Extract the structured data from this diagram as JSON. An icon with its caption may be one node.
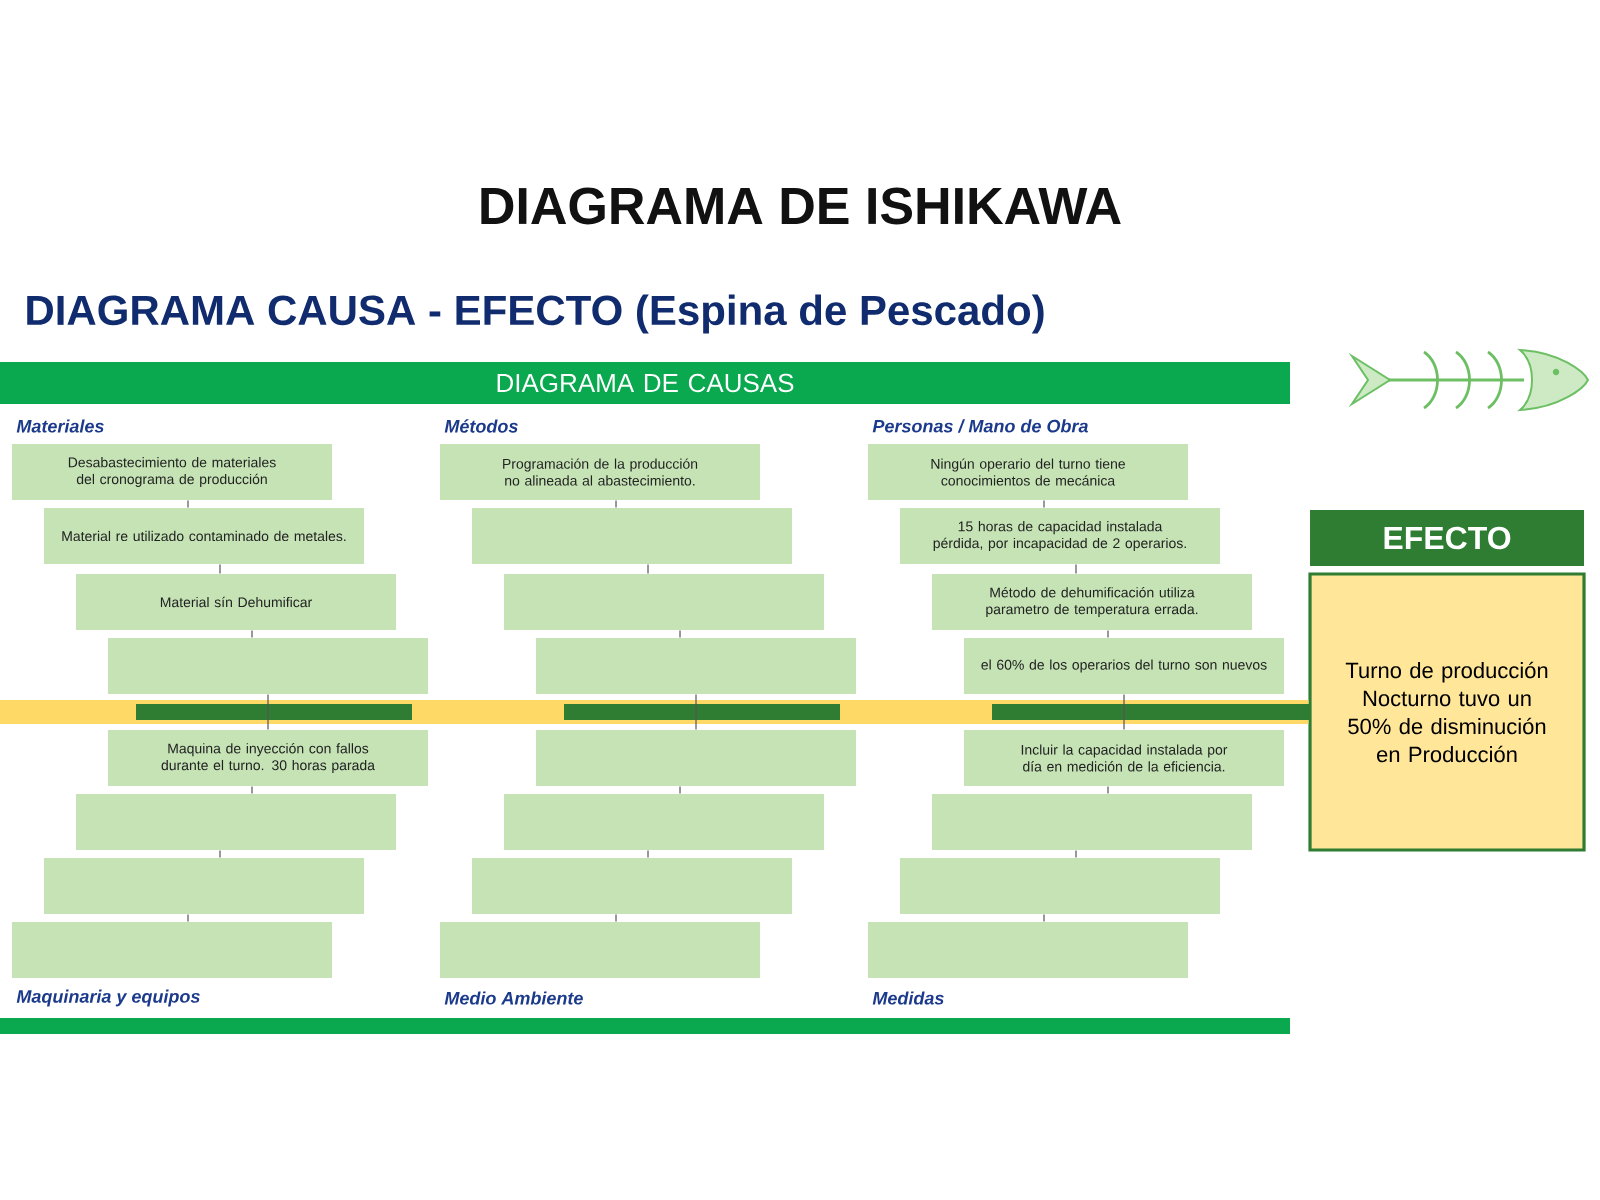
{
  "diagram": {
    "title": "DIAGRAMA DE ISHIKAWA",
    "nodes": [
      {
        "text": [
          "DIAGRAMA DE CAUSAS"
        ]
      },
      {
        "text": [
          "Desabastecimiento de materiales del cronograma de producción"
        ]
      },
      {
        "text": [
          "Material re utilizado contaminado de metales."
        ]
      },
      {
        "text": [
          "Material sín Dehumificar"
        ]
      },
      {
        "text": [],
        "shape": "box"
      },
      {
        "text": [
          "Maquina de inyección con fallos durante el turno. 30 horas parada"
        ]
      },
      {
        "text": [],
        "shape": "box"
      },
      {
        "text": [],
        "shape": "box"
      },
      {
        "text": [],
        "shape": "box"
      },
      {
        "text": [
          "Programación de la producción no alineada al abastecimiento."
        ]
      },
      {
        "text": [],
        "shape": "box"
      },
      {
        "text": [],
        "shape": "box"
      },
      {
        "text": [],
        "shape": "box"
      },
      {
        "text": [],
        "shape": "box"
      },
      {
        "text": [],
        "shape": "box"
      },
      {
        "text": [],
        "shape": "box"
      },
      {
        "text": [],
        "shape": "box"
      },
      {
        "text": [
          "Ningún operario del turno tiene conocimientos de mecánica"
        ]
      },
      {
        "text": [
          "15 horas de capacidad instalada pérdida, por incapacidad de 2 operarios."
        ]
      },
      {
        "text": [
          "Método de dehumificación utiliza parametro de temperatura errada."
        ]
      },
      {
        "text": [
          "el 60% de los operarios del turno son nuevos"
        ]
      },
      {
        "text": [
          "Incluir la capacidad instalada por día en medición de la eficiencia."
        ]
      },
      {
        "text": [],
        "shape": "box"
      },
      {
        "text": [],
        "shape": "box"
      },
      {
        "text": [],
        "shape": "box"
      },
      {
        "text": [
          "EFECTO"
        ]
      },
      {
        "text": [
          "Turno de producción Nocturno tuvo un 50% de disminución en Producción"
        ]
      }
    ],
    "edges": [
      {
        "from": 1,
        "to": 2,
        "arrow": "none"
      },
      {
        "from": 2,
        "to": 3,
        "arrow": "none"
      },
      {
        "from": 3,
        "to": 4,
        "arrow": "none"
      },
      {
        "from": 4,
        "to": 5,
        "arrow": "none"
      },
      {
        "from": 5,
        "to": 6,
        "arrow": "none"
      },
      {
        "from": 6,
        "to": 7,
        "arrow": "none"
      },
      {
        "from": 7,
        "to": 8,
        "arrow": "none"
      },
      {
        "from": 9,
        "to": 10,
        "arrow": "none"
      },
      {
        "from": 10,
        "to": 11,
        "arrow": "none"
      },
      {
        "from": 11,
        "to": 12,
        "arrow": "none"
      },
      {
        "from": 12,
        "to": 13,
        "arrow": "none"
      },
      {
        "from": 13,
        "to": 14,
        "arrow": "none"
      },
      {
        "from": 14,
        "to": 15,
        "arrow": "none"
      },
      {
        "from": 15,
        "to": 16,
        "arrow": "none"
      },
      {
        "from": 17,
        "to": 18,
        "arrow": "none"
      },
      {
        "from": 18,
        "to": 19,
        "arrow": "none"
      },
      {
        "from": 19,
        "to": 20,
        "arrow": "none"
      },
      {
        "from": 20,
        "to": 21,
        "arrow": "none"
      },
      {
        "from": 21,
        "to": 22,
        "arrow": "none"
      },
      {
        "from": 22,
        "to": 23,
        "arrow": "none"
      },
      {
        "from": 23,
        "to": 24,
        "arrow": "none"
      },
      {
        "from": null,
        "to": 26,
        "arrow": "none",
        "style": "thick",
        "color": "#ffd966"
      }
    ],
    "labels": [
      "DIAGRAMA CAUSA - EFECTO (Espina de Pescado)",
      "Materiales",
      "Métodos",
      "Personas / Mano de Obra",
      "Maquinaria y equipos",
      "Medio Ambiente",
      "Medidas"
    ]
  }
}
